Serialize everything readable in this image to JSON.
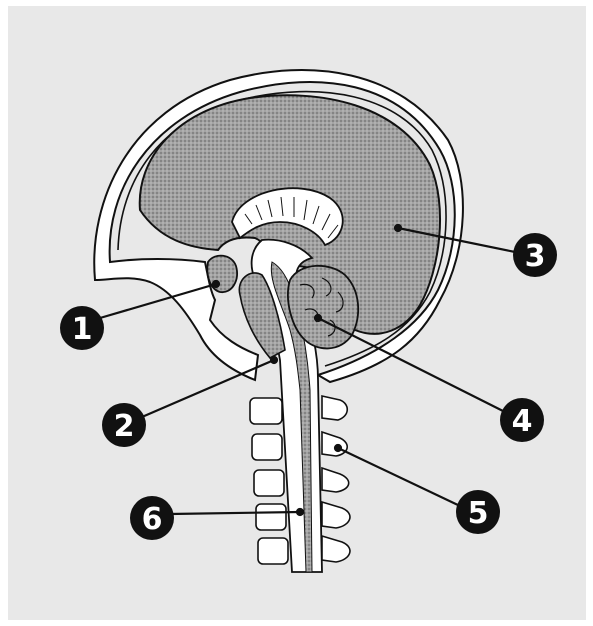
{
  "diagram": {
    "colors": {
      "panel": "#e8e8e8",
      "tissue": "#9a9a9a",
      "ink": "#111111",
      "bone": "#ffffff"
    },
    "labels": [
      {
        "id": "1",
        "text": "1"
      },
      {
        "id": "2",
        "text": "2"
      },
      {
        "id": "3",
        "text": "3"
      },
      {
        "id": "4",
        "text": "4"
      },
      {
        "id": "5",
        "text": "5"
      },
      {
        "id": "6",
        "text": "6"
      }
    ]
  }
}
